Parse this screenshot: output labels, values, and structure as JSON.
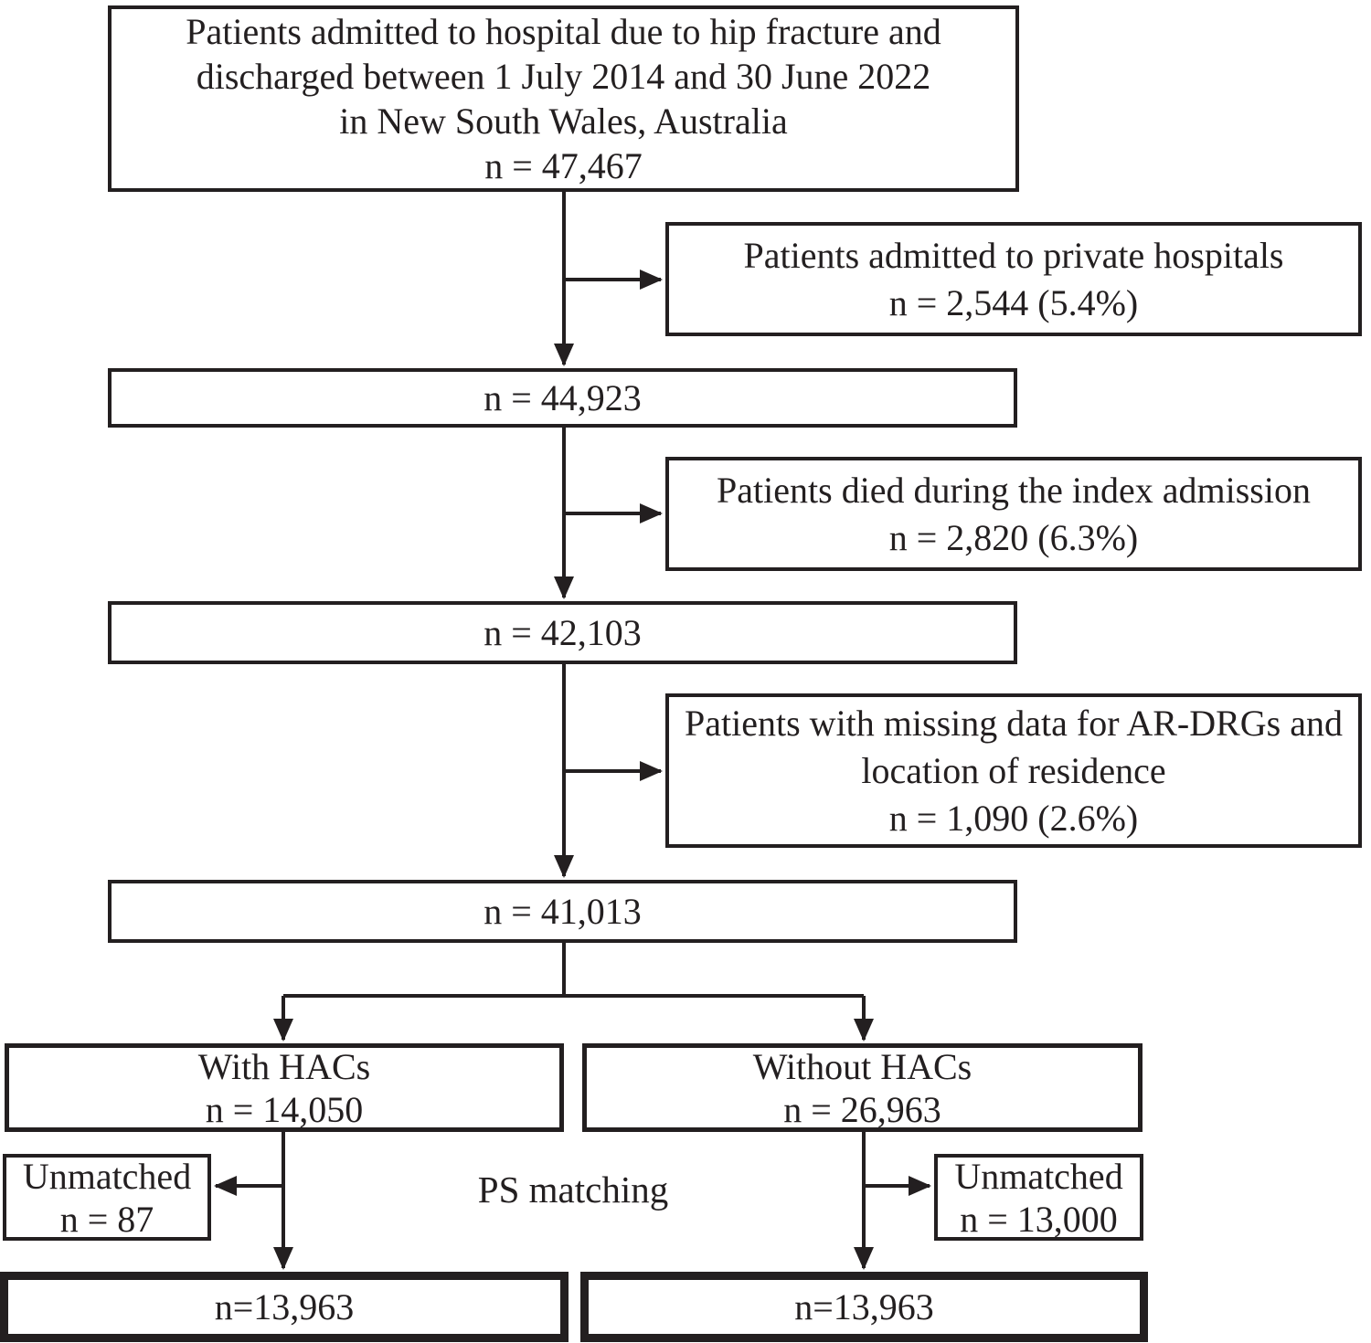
{
  "boxes": {
    "initial": {
      "line1": "Patients admitted to hospital due to hip fracture and",
      "line2": "discharged between 1 July 2014 and 30 June 2022",
      "line3": "in New South Wales, Australia",
      "line4": "n = 47,467"
    },
    "excluded_private": {
      "line1": "Patients admitted to private hospitals",
      "line2": "n = 2,544 (5.4%)"
    },
    "after_private": {
      "line1": "n = 44,923"
    },
    "excluded_died": {
      "line1": "Patients died during the index admission",
      "line2": "n = 2,820 (6.3%)"
    },
    "after_died": {
      "line1": "n = 42,103"
    },
    "excluded_missing": {
      "line1": "Patients with missing data for AR-DRGs and",
      "line2": "location of residence",
      "line3": "n = 1,090 (2.6%)"
    },
    "after_missing": {
      "line1": "n = 41,013"
    },
    "with_hacs": {
      "line1": "With HACs",
      "line2": "n = 14,050"
    },
    "without_hacs": {
      "line1": "Without HACs",
      "line2": "n = 26,963"
    },
    "unmatched_with_hacs": {
      "line1": "Unmatched",
      "line2": "n = 87"
    },
    "unmatched_without_hacs": {
      "line1": "Unmatched",
      "line2": "n = 13,000"
    },
    "matched_with_hacs": {
      "line1": "n=13,963"
    },
    "matched_without_hacs": {
      "line1": "n=13,963"
    }
  },
  "labels": {
    "ps_matching": "PS matching"
  },
  "colors": {
    "ink": "#231f20",
    "background": "#ffffff"
  }
}
